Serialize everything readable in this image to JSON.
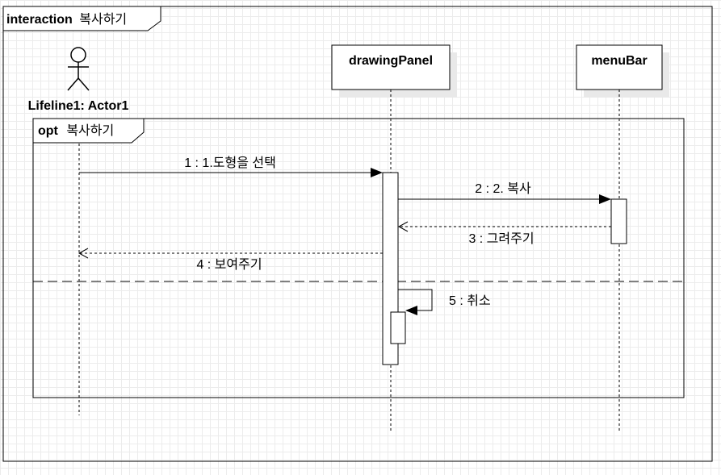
{
  "frame": {
    "keyword": "interaction",
    "name": "복사하기"
  },
  "actor": {
    "label": "Lifeline1: Actor1"
  },
  "lifelines": [
    {
      "label": "drawingPanel"
    },
    {
      "label": "menuBar"
    }
  ],
  "fragment": {
    "operator": "opt",
    "name": "복사하기"
  },
  "messages": [
    {
      "label": "1 : 1.도형을 선택"
    },
    {
      "label": "2 : 2. 복사"
    },
    {
      "label": "3 : 그려주기"
    },
    {
      "label": "4 : 보여주기"
    },
    {
      "label": "5 : 취소"
    }
  ]
}
